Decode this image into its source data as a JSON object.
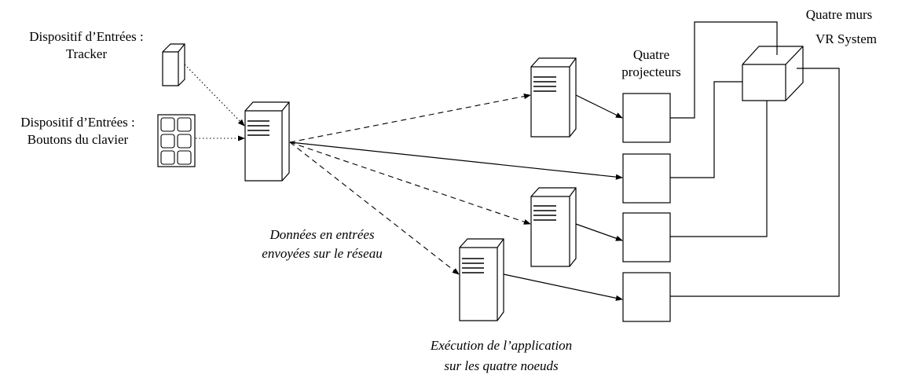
{
  "labels": {
    "input_tracker_line1": "Dispositif d’Entrées :",
    "input_tracker_line2": "Tracker",
    "input_keyboard_line1": "Dispositif d’Entrées :",
    "input_keyboard_line2": "Boutons du clavier",
    "network_line1": "Données en entrées",
    "network_line2": "envoyées sur le réseau",
    "execution_line1": "Exécution de l’application",
    "execution_line2": "sur les quatre noeuds",
    "projectors_line1": "Quatre",
    "projectors_line2": "projecteurs",
    "walls_line1": "Quatre murs",
    "walls_line2": "VR System"
  }
}
